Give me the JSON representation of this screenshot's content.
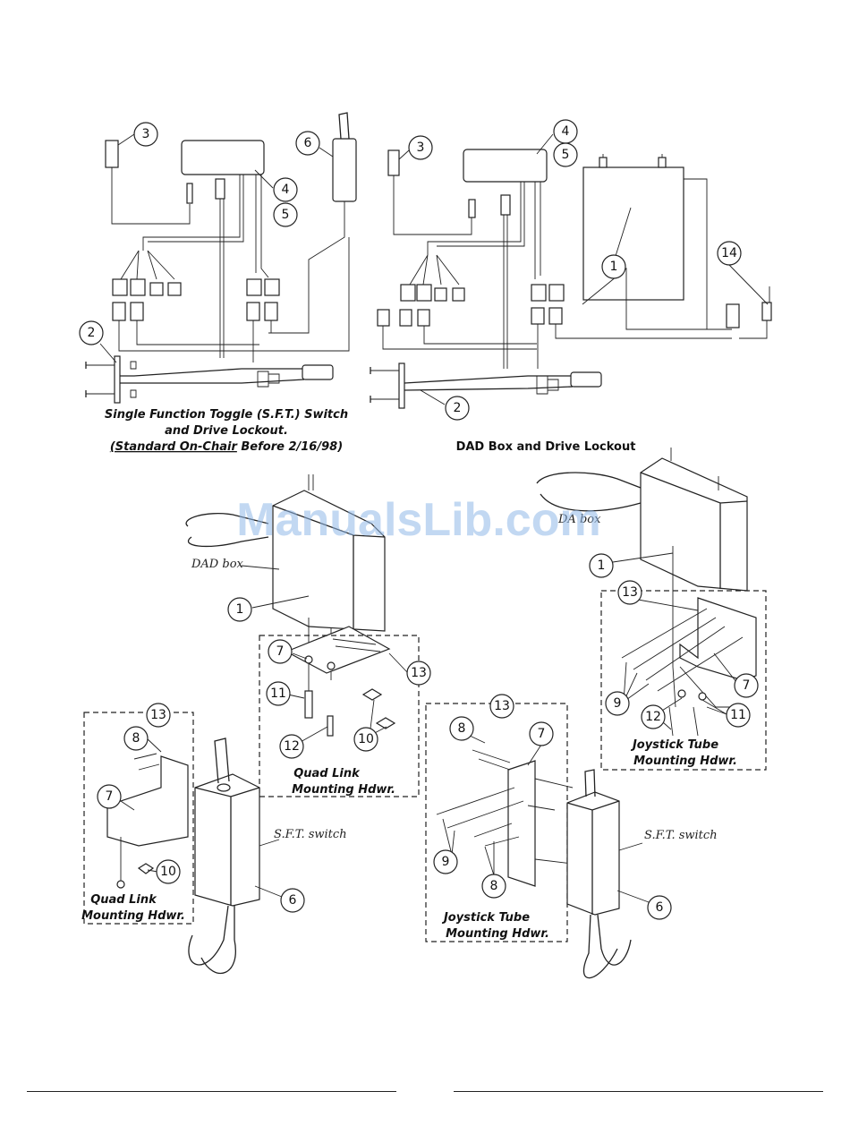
{
  "captions": {
    "sft_line1": "Single Function Toggle (S.F.T.) Switch",
    "sft_line2": "and Drive Lockout.",
    "sft_line3_underlined": "(Standard On-Chair",
    "sft_line3_rest": " Before 2/16/98)",
    "dad": "DAD Box and Drive Lockout",
    "quad_link_1": "Quad Link",
    "mounting_hdwr": "Mounting Hdwr.",
    "joystick_tube": "Joystick Tube"
  },
  "labels": {
    "dad_box": "DAD box",
    "dad_box_partial": "DA box",
    "sft_switch": "S.F.T. switch"
  },
  "watermark": "ManualsLib.com",
  "callouts": {
    "n1": "1",
    "n2": "2",
    "n3": "3",
    "n4": "4",
    "n5": "5",
    "n6": "6",
    "n7": "7",
    "n8": "8",
    "n9": "9",
    "n10": "10",
    "n11": "11",
    "n12": "12",
    "n13": "13",
    "n14": "14"
  }
}
